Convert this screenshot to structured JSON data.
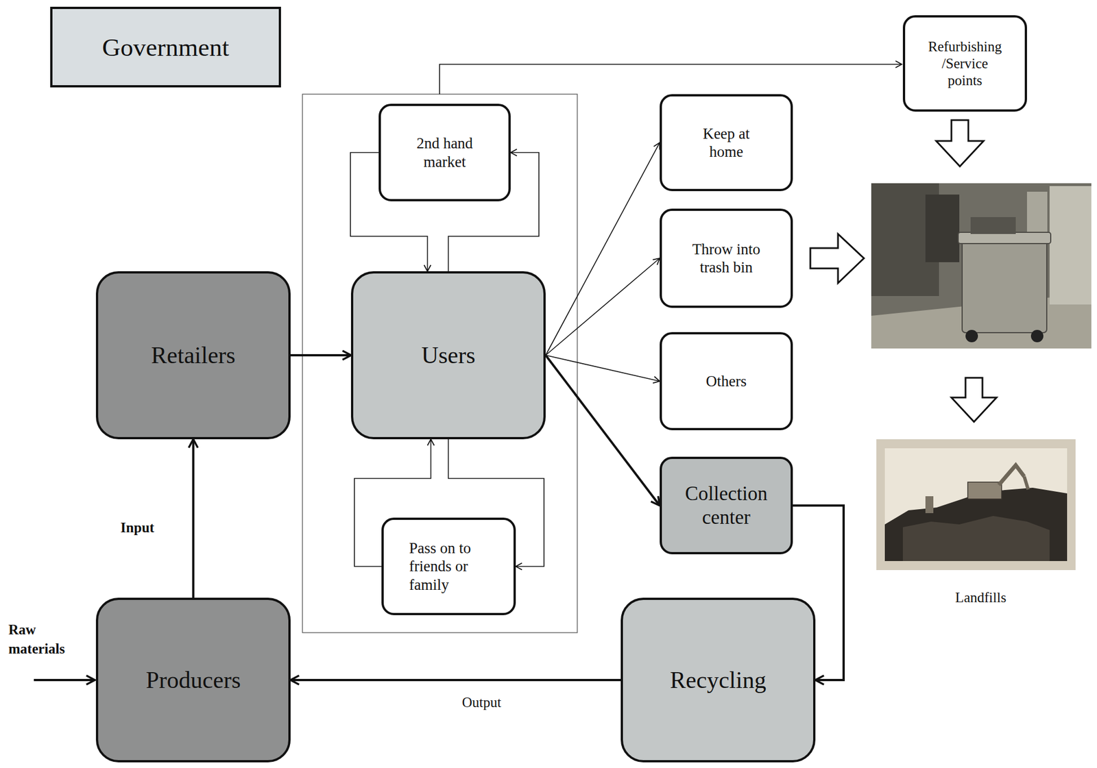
{
  "diagram": {
    "nodes": [
      {
        "text": [
          "Government"
        ]
      },
      {
        "text": [
          "Refurbishing /Service points"
        ]
      },
      {
        "text": [
          "2nd hand market"
        ]
      },
      {
        "text": [
          "Keep at home"
        ]
      },
      {
        "text": [
          "Throw into trash bin"
        ]
      },
      {
        "text": [
          "Retailers"
        ]
      },
      {
        "text": [
          "Users"
        ]
      },
      {
        "text": [
          "Others"
        ]
      },
      {
        "text": [
          "Collection center"
        ]
      },
      {
        "text": [
          "Pass on to friends or family"
        ]
      },
      {
        "text": [
          "Producers"
        ]
      },
      {
        "text": [
          "Recycling"
        ]
      }
    ],
    "edges": [
      {
        "from": 5,
        "to": 6,
        "arrow": "to"
      },
      {
        "from": 10,
        "to": 5,
        "label": "Input",
        "arrow": "to"
      },
      {
        "from": 6,
        "to": 2,
        "arrow": "to"
      },
      {
        "from": 2,
        "to": 6,
        "arrow": "to"
      },
      {
        "from": 6,
        "to": 9,
        "arrow": "to"
      },
      {
        "from": 9,
        "to": 6,
        "arrow": "to"
      },
      {
        "from": 6,
        "to": 3,
        "arrow": "to"
      },
      {
        "from": 6,
        "to": 4,
        "arrow": "to"
      },
      {
        "from": 6,
        "to": 7,
        "arrow": "to"
      },
      {
        "from": 6,
        "to": 8,
        "arrow": "to"
      },
      {
        "from": 8,
        "to": 11,
        "arrow": "to"
      },
      {
        "from": 11,
        "to": 10,
        "label": "Output",
        "arrow": "to"
      }
    ],
    "labels": [
      "Raw materials",
      "Landfills"
    ]
  }
}
